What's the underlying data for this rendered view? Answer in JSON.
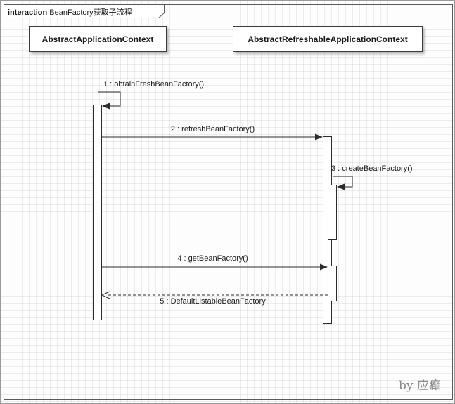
{
  "frame": {
    "keyword": "interaction",
    "title": "BeanFactory获取子流程"
  },
  "lifelines": [
    {
      "label": "AbstractApplicationContext"
    },
    {
      "label": "AbstractRefreshableApplicationContext"
    }
  ],
  "messages": [
    {
      "seq": "1",
      "label": "1 : obtainFreshBeanFactory()",
      "type": "self-call"
    },
    {
      "seq": "2",
      "label": "2 : refreshBeanFactory()",
      "type": "call"
    },
    {
      "seq": "3",
      "label": "3 : createBeanFactory()",
      "type": "self-call"
    },
    {
      "seq": "4",
      "label": "4 : getBeanFactory()",
      "type": "call"
    },
    {
      "seq": "5",
      "label": "5 : DefaultListableBeanFactory",
      "type": "return"
    }
  ],
  "watermark": "by 应癫",
  "colors": {
    "line": "#2c2c2c",
    "frame_border": "#5a5a5a",
    "grid": "#ededed",
    "box_fill": "#ffffff",
    "watermark_text": "#8c8c8c"
  }
}
